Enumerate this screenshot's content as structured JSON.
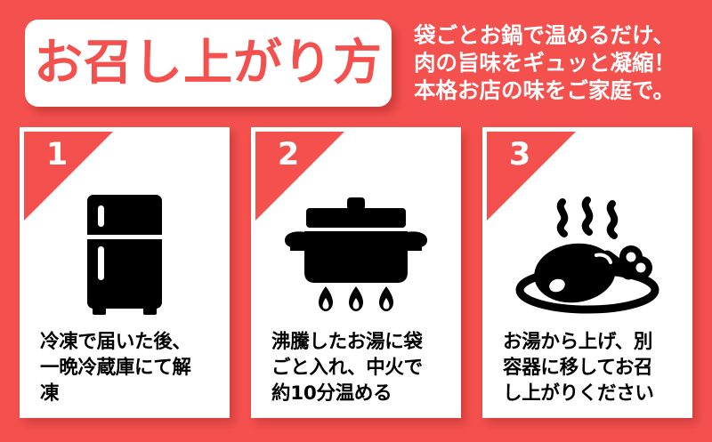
{
  "header": {
    "title": "お召し上がり方",
    "lede_lines": [
      "袋ごとお鍋で温めるだけ、",
      "肉の旨味をギュッと凝縮！",
      "本格お店の味をご家庭で。"
    ]
  },
  "colors": {
    "background_red": "#f4504e",
    "card_white": "#ffffff",
    "icon_black": "#000000",
    "title_red": "#f4504e"
  },
  "cards": [
    {
      "number": "1",
      "icon": "refrigerator-icon",
      "text_lines": [
        "冷凍で届いた後、",
        "一晩冷蔵庫にて解",
        "凍"
      ],
      "text_full": "冷凍で届いた後、一晩冷蔵庫にて解凍"
    },
    {
      "number": "2",
      "icon": "pot-on-flame-icon",
      "text_lines": [
        "沸騰したお湯に袋",
        "ごと入れ、中火で",
        "約10分温める"
      ],
      "text_full": "沸騰したお湯に袋ごと入れ、中火で約10分温める"
    },
    {
      "number": "3",
      "icon": "roast-chicken-on-plate-icon",
      "text_lines": [
        "お湯から上げ、別",
        "容器に移してお召",
        "し上がりください"
      ],
      "text_full": "お湯から上げ、別容器に移してお召し上がりください"
    }
  ]
}
